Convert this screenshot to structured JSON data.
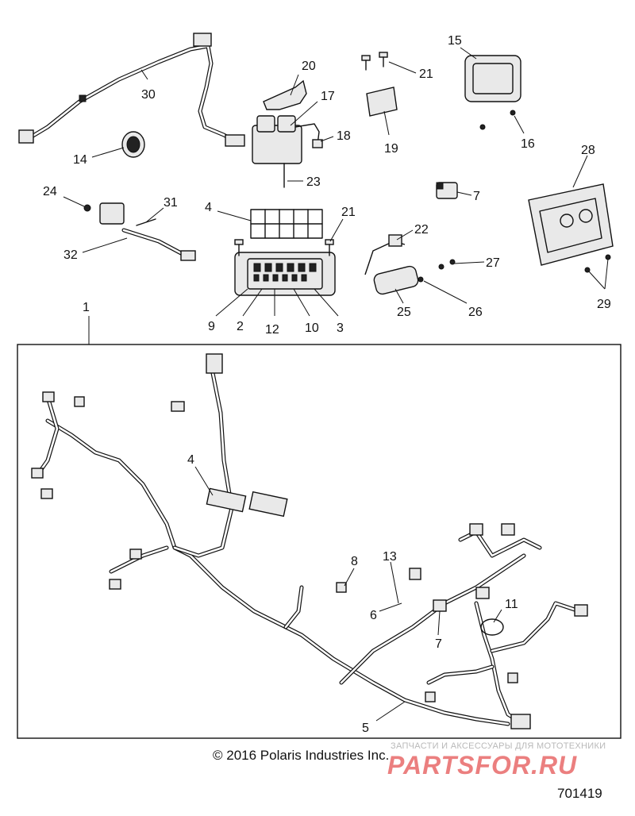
{
  "diagram": {
    "labels": [
      {
        "id": "30",
        "text": "30"
      },
      {
        "id": "14",
        "text": "14"
      },
      {
        "id": "20",
        "text": "20"
      },
      {
        "id": "17",
        "text": "17"
      },
      {
        "id": "18",
        "text": "18"
      },
      {
        "id": "23",
        "text": "23"
      },
      {
        "id": "21a",
        "text": "21"
      },
      {
        "id": "19",
        "text": "19"
      },
      {
        "id": "15",
        "text": "15"
      },
      {
        "id": "16",
        "text": "16"
      },
      {
        "id": "28",
        "text": "28"
      },
      {
        "id": "7a",
        "text": "7"
      },
      {
        "id": "24",
        "text": "24"
      },
      {
        "id": "31",
        "text": "31"
      },
      {
        "id": "32",
        "text": "32"
      },
      {
        "id": "4a",
        "text": "4"
      },
      {
        "id": "21b",
        "text": "21"
      },
      {
        "id": "22",
        "text": "22"
      },
      {
        "id": "27",
        "text": "27"
      },
      {
        "id": "29",
        "text": "29"
      },
      {
        "id": "25",
        "text": "25"
      },
      {
        "id": "26",
        "text": "26"
      },
      {
        "id": "9",
        "text": "9"
      },
      {
        "id": "2",
        "text": "2"
      },
      {
        "id": "12",
        "text": "12"
      },
      {
        "id": "10",
        "text": "10"
      },
      {
        "id": "3",
        "text": "3"
      },
      {
        "id": "1",
        "text": "1"
      },
      {
        "id": "4b",
        "text": "4"
      },
      {
        "id": "8",
        "text": "8"
      },
      {
        "id": "13",
        "text": "13"
      },
      {
        "id": "6",
        "text": "6"
      },
      {
        "id": "11",
        "text": "11"
      },
      {
        "id": "7b",
        "text": "7"
      },
      {
        "id": "5",
        "text": "5"
      }
    ]
  },
  "footer": {
    "copyright": "© 2016 Polaris Industries Inc.",
    "watermark_caption": "ЗАПЧАСТИ И АКСЕССУАРЫ ДЛЯ МОТОТЕХНИКИ",
    "watermark_brand": "PARTSFOR.RU",
    "drawing_number": "701419"
  }
}
